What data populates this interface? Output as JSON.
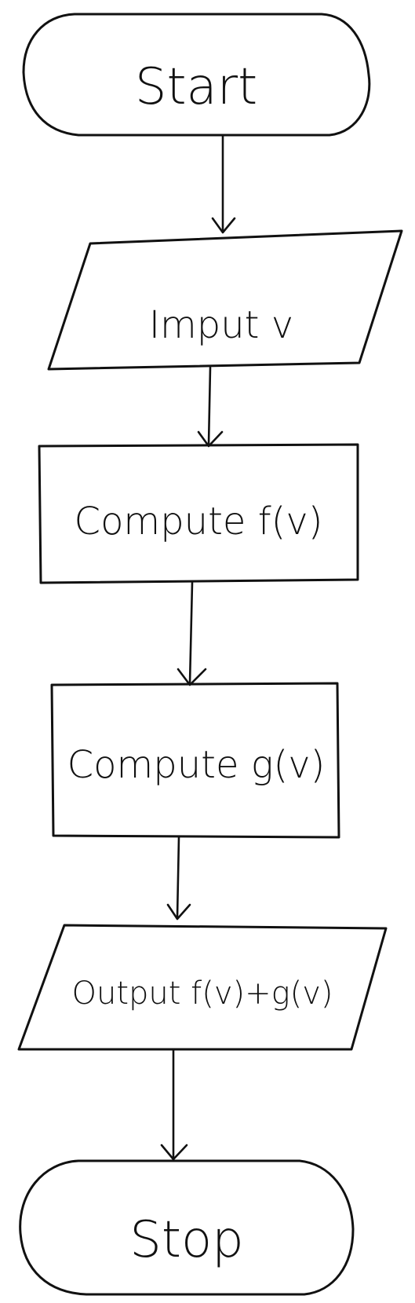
{
  "flowchart": {
    "nodes": [
      {
        "id": "start",
        "type": "terminator",
        "label": "Start"
      },
      {
        "id": "input",
        "type": "input",
        "label": "Imput v"
      },
      {
        "id": "compute-f",
        "type": "process",
        "label": "Compute f(v)"
      },
      {
        "id": "compute-g",
        "type": "process",
        "label": "Compute g(v)"
      },
      {
        "id": "output",
        "type": "output",
        "label": "Output f(v)+g(v)"
      },
      {
        "id": "stop",
        "type": "terminator",
        "label": "Stop"
      }
    ],
    "edges": [
      {
        "from": "start",
        "to": "input"
      },
      {
        "from": "input",
        "to": "compute-f"
      },
      {
        "from": "compute-f",
        "to": "compute-g"
      },
      {
        "from": "compute-g",
        "to": "output"
      },
      {
        "from": "output",
        "to": "stop"
      }
    ]
  }
}
